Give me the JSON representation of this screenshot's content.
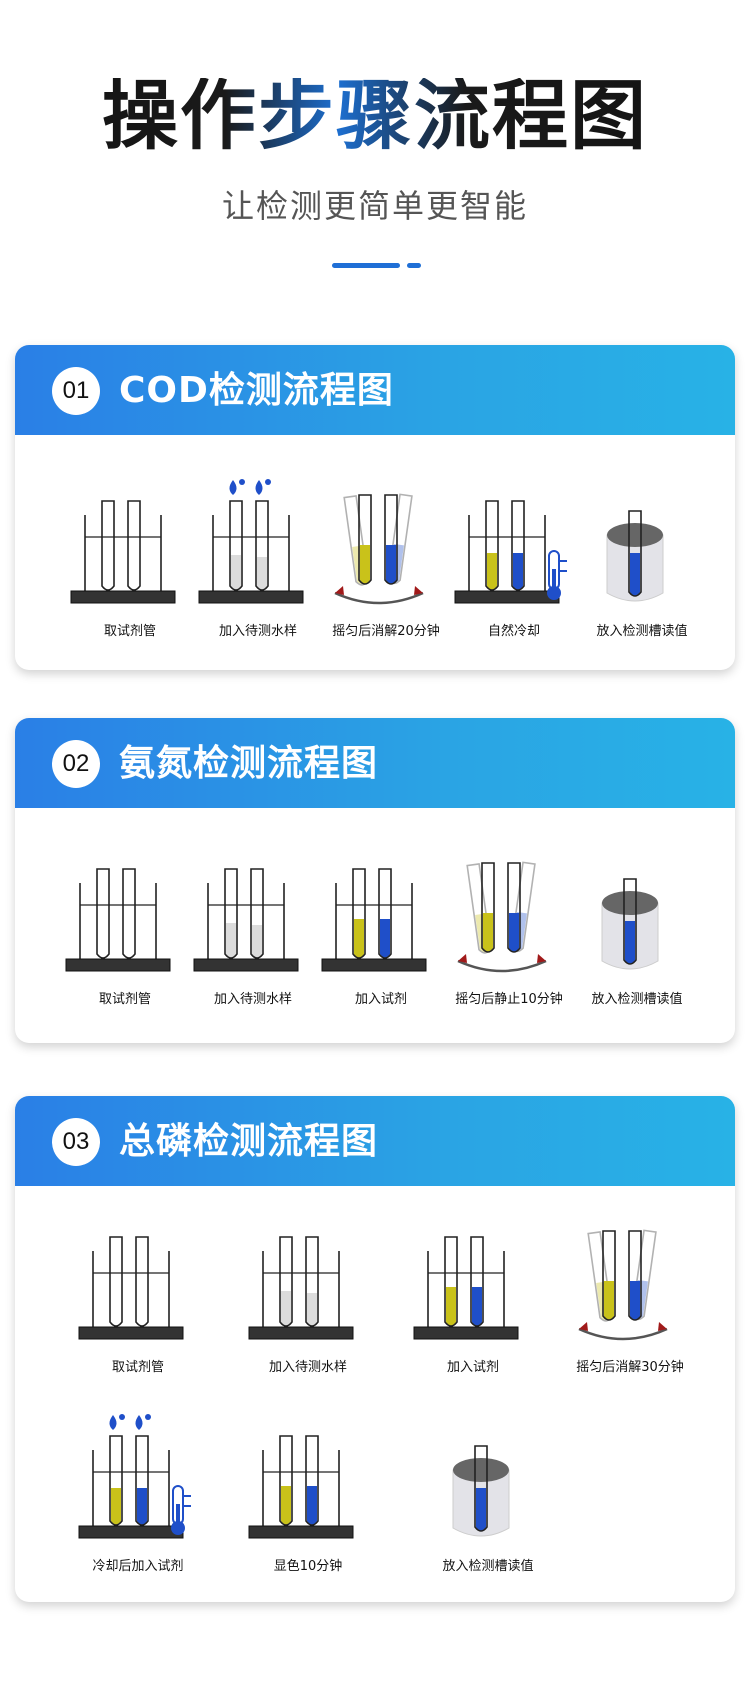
{
  "header": {
    "title": "操作步骤流程图",
    "subtitle": "让检测更简单更智能"
  },
  "colors": {
    "accent": "#1f6fd6",
    "card_gradient_start": "#2a7fe6",
    "card_gradient_end": "#28b2e6",
    "reagent_yellow": "#c9c21a",
    "reagent_blue": "#1f4fc9",
    "sample_gray": "#dcdcdc",
    "heat_arrow": "#a11a1a"
  },
  "sections": [
    {
      "number": "01",
      "title": "COD检测流程图",
      "steps": [
        {
          "label": "取试剂管",
          "icon": "empty-tubes-rack-icon"
        },
        {
          "label": "加入待测水样",
          "icon": "water-drops-tubes-icon"
        },
        {
          "label": "摇匀后消解20分钟",
          "icon": "shake-tubes-icon"
        },
        {
          "label": "自然冷却",
          "icon": "cooling-thermometer-icon"
        },
        {
          "label": "放入检测槽读值",
          "icon": "detection-cell-icon"
        }
      ]
    },
    {
      "number": "02",
      "title": "氨氮检测流程图",
      "steps": [
        {
          "label": "取试剂管",
          "icon": "empty-tubes-rack-icon"
        },
        {
          "label": "加入待测水样",
          "icon": "sample-tubes-rack-icon"
        },
        {
          "label": "加入试剂",
          "icon": "reagent-tubes-rack-icon"
        },
        {
          "label": "摇匀后静止10分钟",
          "icon": "shake-tubes-icon"
        },
        {
          "label": "放入检测槽读值",
          "icon": "detection-cell-icon"
        }
      ]
    },
    {
      "number": "03",
      "title": "总磷检测流程图",
      "steps": [
        {
          "label": "取试剂管",
          "icon": "empty-tubes-rack-icon"
        },
        {
          "label": "加入待测水样",
          "icon": "sample-tubes-rack-icon"
        },
        {
          "label": "加入试剂",
          "icon": "reagent-tubes-rack-icon"
        },
        {
          "label": "摇匀后消解30分钟",
          "icon": "shake-tubes-icon"
        },
        {
          "label": "冷却后加入试剂",
          "icon": "cooling-thermometer-icon"
        },
        {
          "label": "显色10分钟",
          "icon": "reagent-tubes-rack-icon"
        },
        {
          "label": "放入检测槽读值",
          "icon": "detection-cell-icon"
        }
      ]
    }
  ]
}
